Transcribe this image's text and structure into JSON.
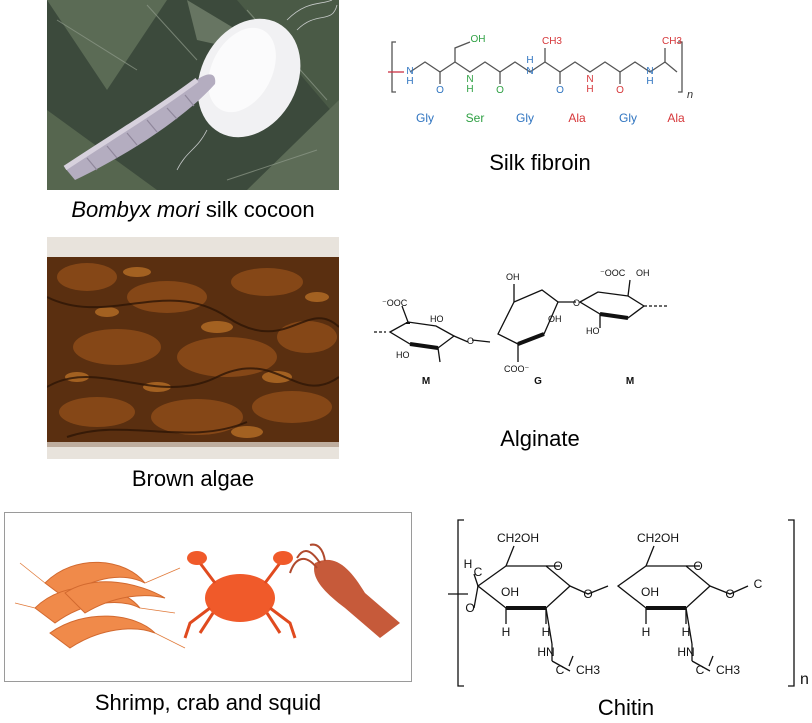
{
  "panels": [
    {
      "photo": {
        "subject": "silkworm and white cocoon on leaves"
      },
      "caption": {
        "italic": "Bombyx mori",
        "rest": " silk cocoon"
      },
      "structure": {
        "name": "Silk fibroin",
        "residues": [
          "Gly",
          "Ser",
          "Gly",
          "Ala",
          "Gly",
          "Ala"
        ],
        "residue_colors": [
          "#2f74c0",
          "#2ea043",
          "#2f74c0",
          "#d6373a",
          "#2f74c0",
          "#d6373a"
        ],
        "atoms": {
          "nh": "H",
          "n": "N",
          "o": "O",
          "oh": "OH",
          "ch3": "CH3"
        },
        "subscript": "n"
      }
    },
    {
      "photo": {
        "subject": "brown seaweed"
      },
      "caption": {
        "text": "Brown algae"
      },
      "structure": {
        "name": "Alginate",
        "units": [
          "M",
          "G",
          "M"
        ],
        "groups": {
          "coo": "OOC",
          "coo_minus": "⁻",
          "oh": "HO",
          "oh2": "OH",
          "o": "O",
          "coo_b": "COO⁻"
        }
      }
    },
    {
      "photo": {
        "subject": "shrimp, crab and squid"
      },
      "caption": {
        "text": "Shrimp, crab and squid"
      },
      "structure": {
        "name": "Chitin",
        "groups": {
          "ch2oh": "CH2OH",
          "oh": "OH",
          "o": "O",
          "h": "H",
          "c": "C",
          "hn": "HN",
          "ch3": "CH3"
        },
        "subscript": "n"
      }
    }
  ]
}
